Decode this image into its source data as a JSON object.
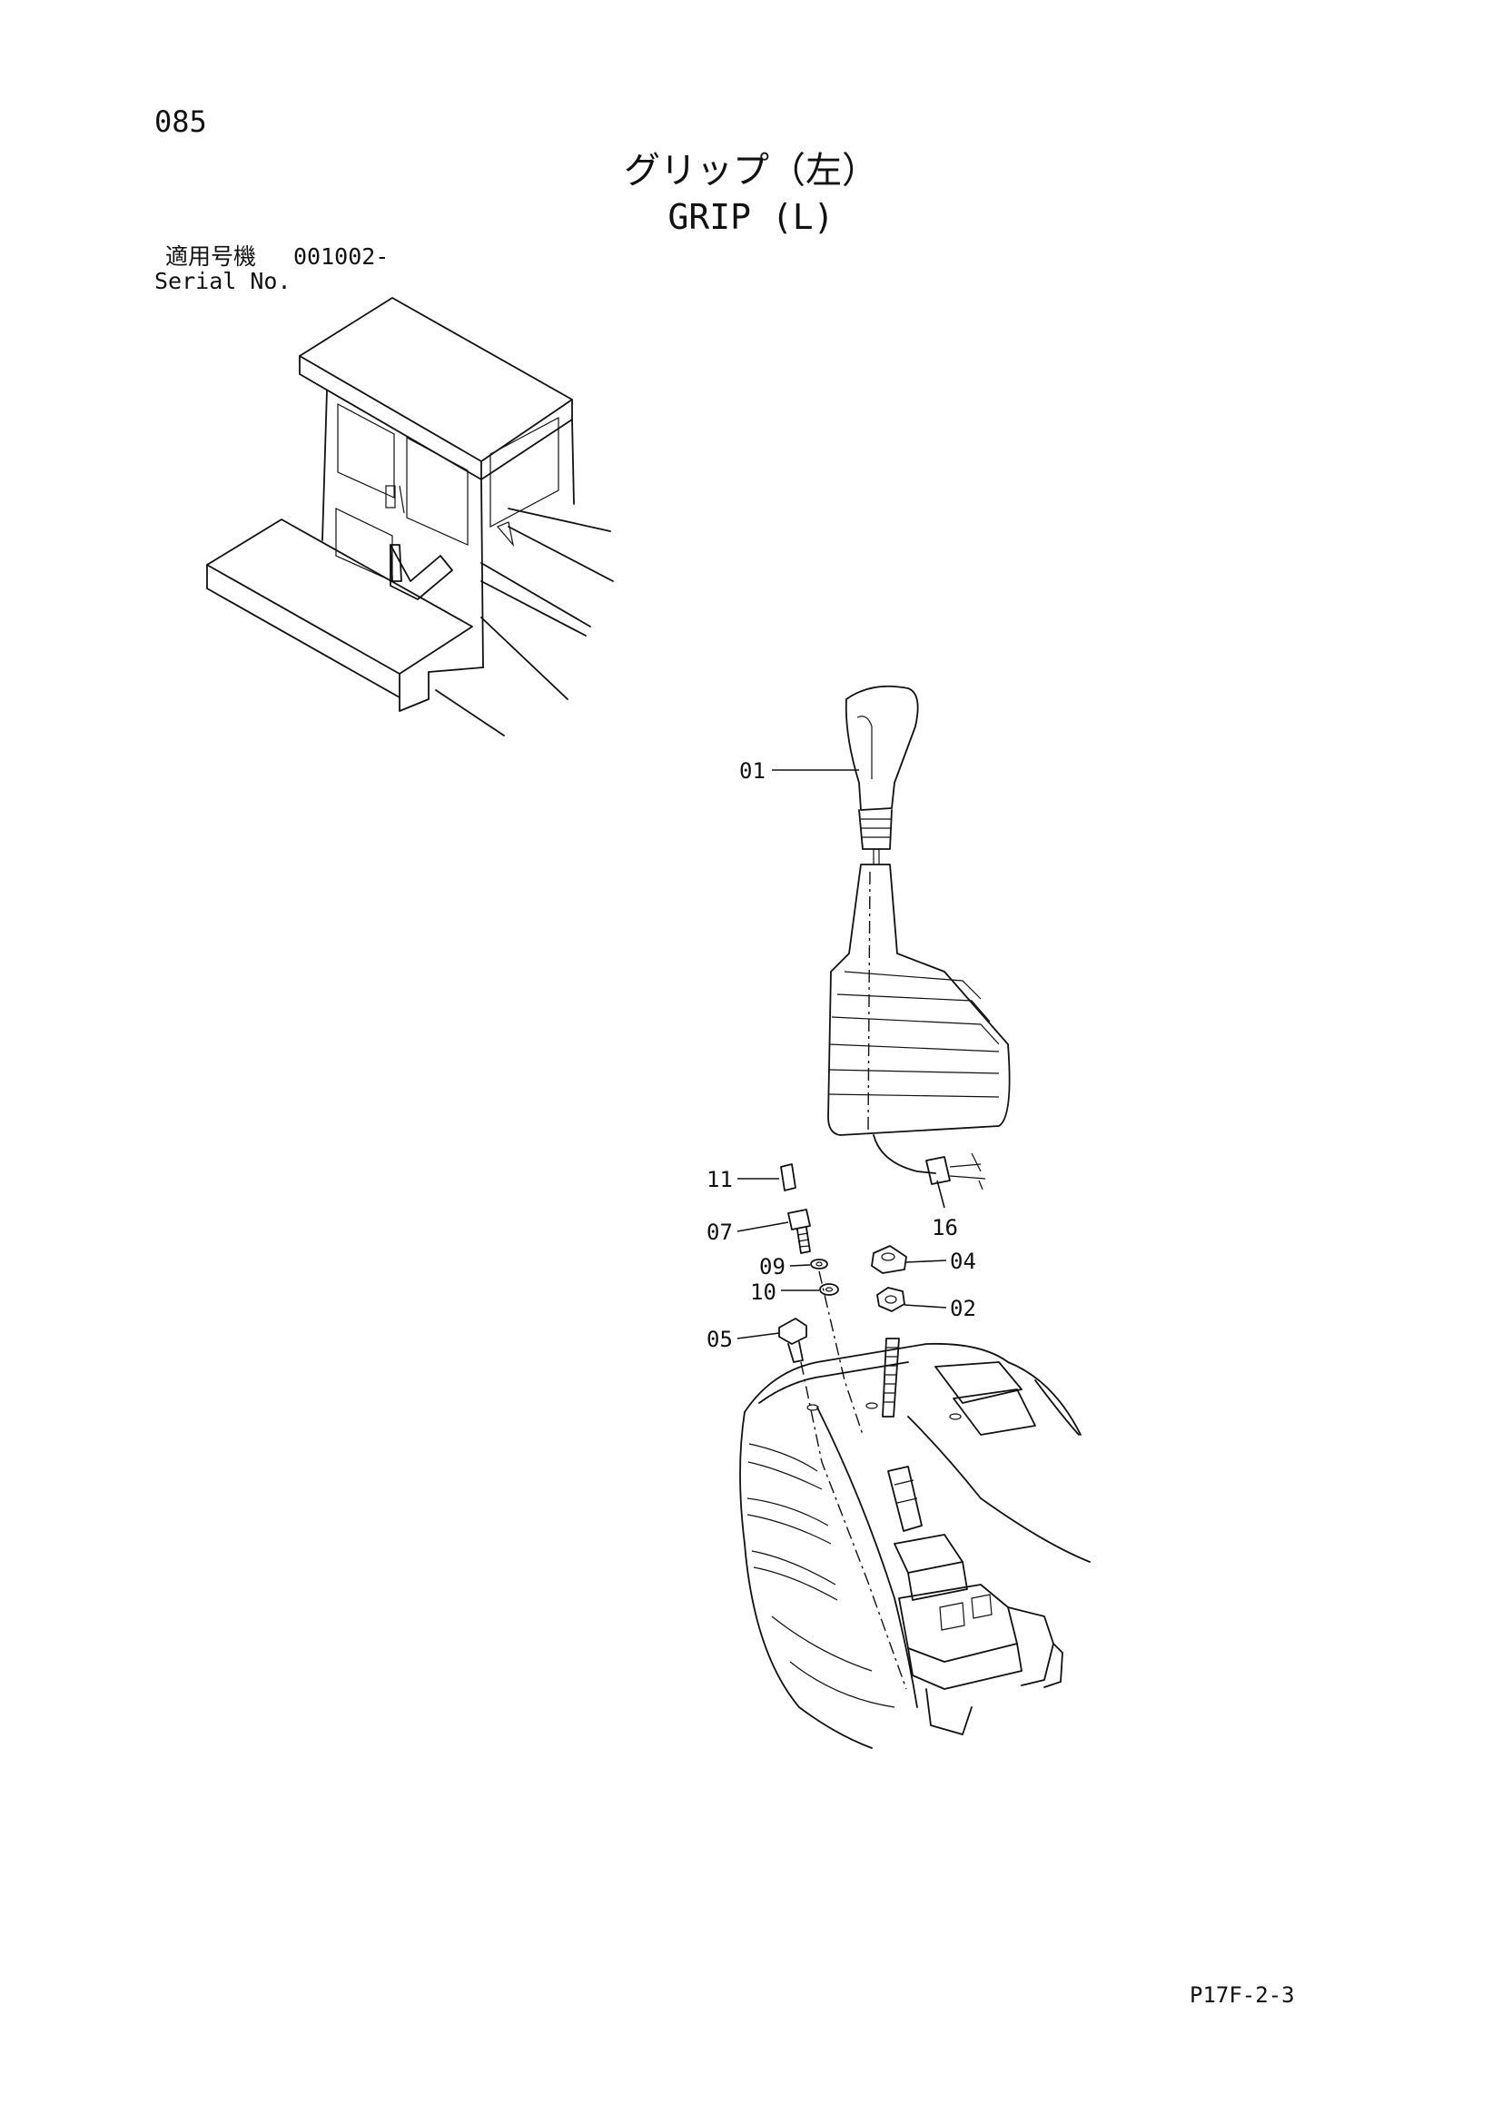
{
  "page_number": "085",
  "title_ja": "グリップ（左）",
  "title_en": "GRIP (L)",
  "serial_label_ja": "適用号機",
  "serial_value": "001002-",
  "serial_label_en": "Serial No.",
  "drawing_code": "P17F-2-3",
  "callouts": {
    "c01": "01",
    "c16": "16",
    "c11": "11",
    "c07": "07",
    "c09": "09",
    "c10": "10",
    "c05": "05",
    "c04": "04",
    "c02": "02"
  }
}
